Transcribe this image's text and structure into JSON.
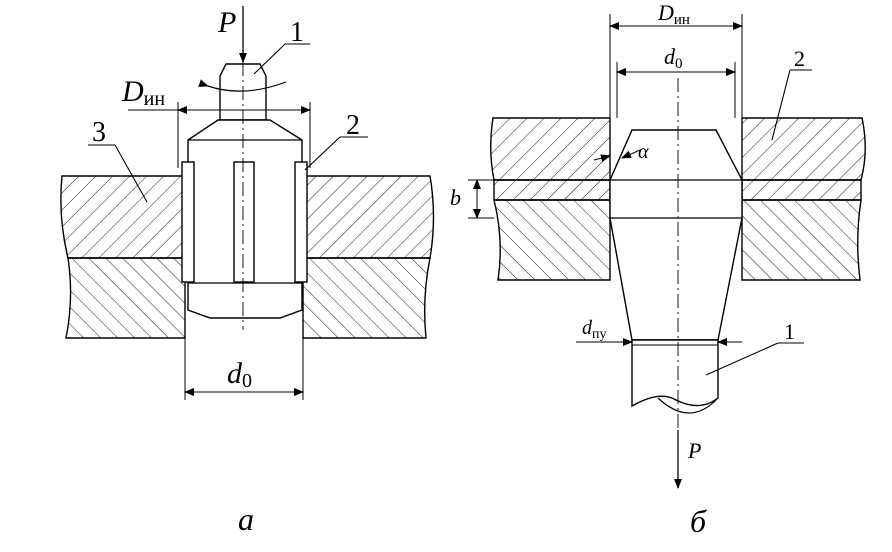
{
  "figure": {
    "left_panel": {
      "caption": "а",
      "force": "P",
      "callouts": [
        "1",
        "2",
        "3"
      ],
      "dim_tool": {
        "main": "D",
        "sub": "ин"
      },
      "dim_hole": {
        "main": "d",
        "sub": "0"
      }
    },
    "right_panel": {
      "caption": "б",
      "force": "P",
      "callouts": [
        "1",
        "2"
      ],
      "dim_tool": {
        "main": "D",
        "sub": "ин"
      },
      "dim_hole": {
        "main": "d",
        "sub": "0"
      },
      "dim_pu": {
        "main": "d",
        "sub": "пу"
      },
      "dim_b": "b",
      "angle": "α"
    }
  }
}
